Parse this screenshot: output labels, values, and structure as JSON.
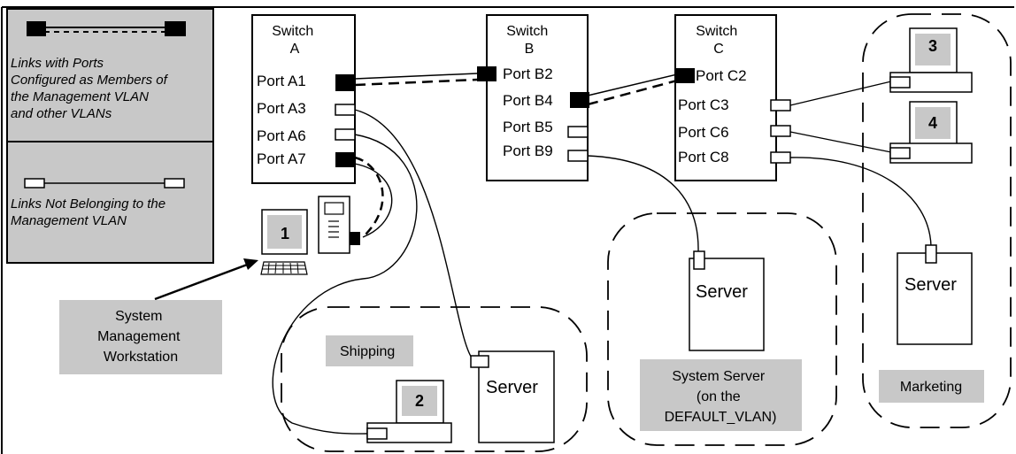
{
  "legend": {
    "member_caption": [
      "Links with Ports",
      "Configured as Members of",
      "the Management VLAN",
      "and other VLANs"
    ],
    "nonmember_caption": [
      "Links Not Belonging to the",
      "Management VLAN"
    ]
  },
  "switches": {
    "a": {
      "title": [
        "Switch",
        "A"
      ],
      "ports": [
        "Port A1",
        "Port A3",
        "Port A6",
        "Port A7"
      ]
    },
    "b": {
      "title": [
        "Switch",
        "B"
      ],
      "ports": [
        "Port B2",
        "Port B4",
        "Port B5",
        "Port B9"
      ]
    },
    "c": {
      "title": [
        "Switch",
        "C"
      ],
      "ports": [
        "Port C2",
        "Port C3",
        "Port C6",
        "Port C8"
      ]
    }
  },
  "computers": [
    "1",
    "2",
    "3",
    "4"
  ],
  "servers": {
    "shipping": "Server",
    "system": "Server",
    "marketing": "Server"
  },
  "labels": {
    "workstation": [
      "System",
      "Management",
      "Workstation"
    ],
    "shipping": "Shipping",
    "system_server": [
      "System Server",
      "(on the",
      "DEFAULT_VLAN)"
    ],
    "marketing": "Marketing"
  },
  "colors": {
    "box_fill": "#c8c8c8",
    "line": "#000000",
    "background": "#ffffff"
  }
}
